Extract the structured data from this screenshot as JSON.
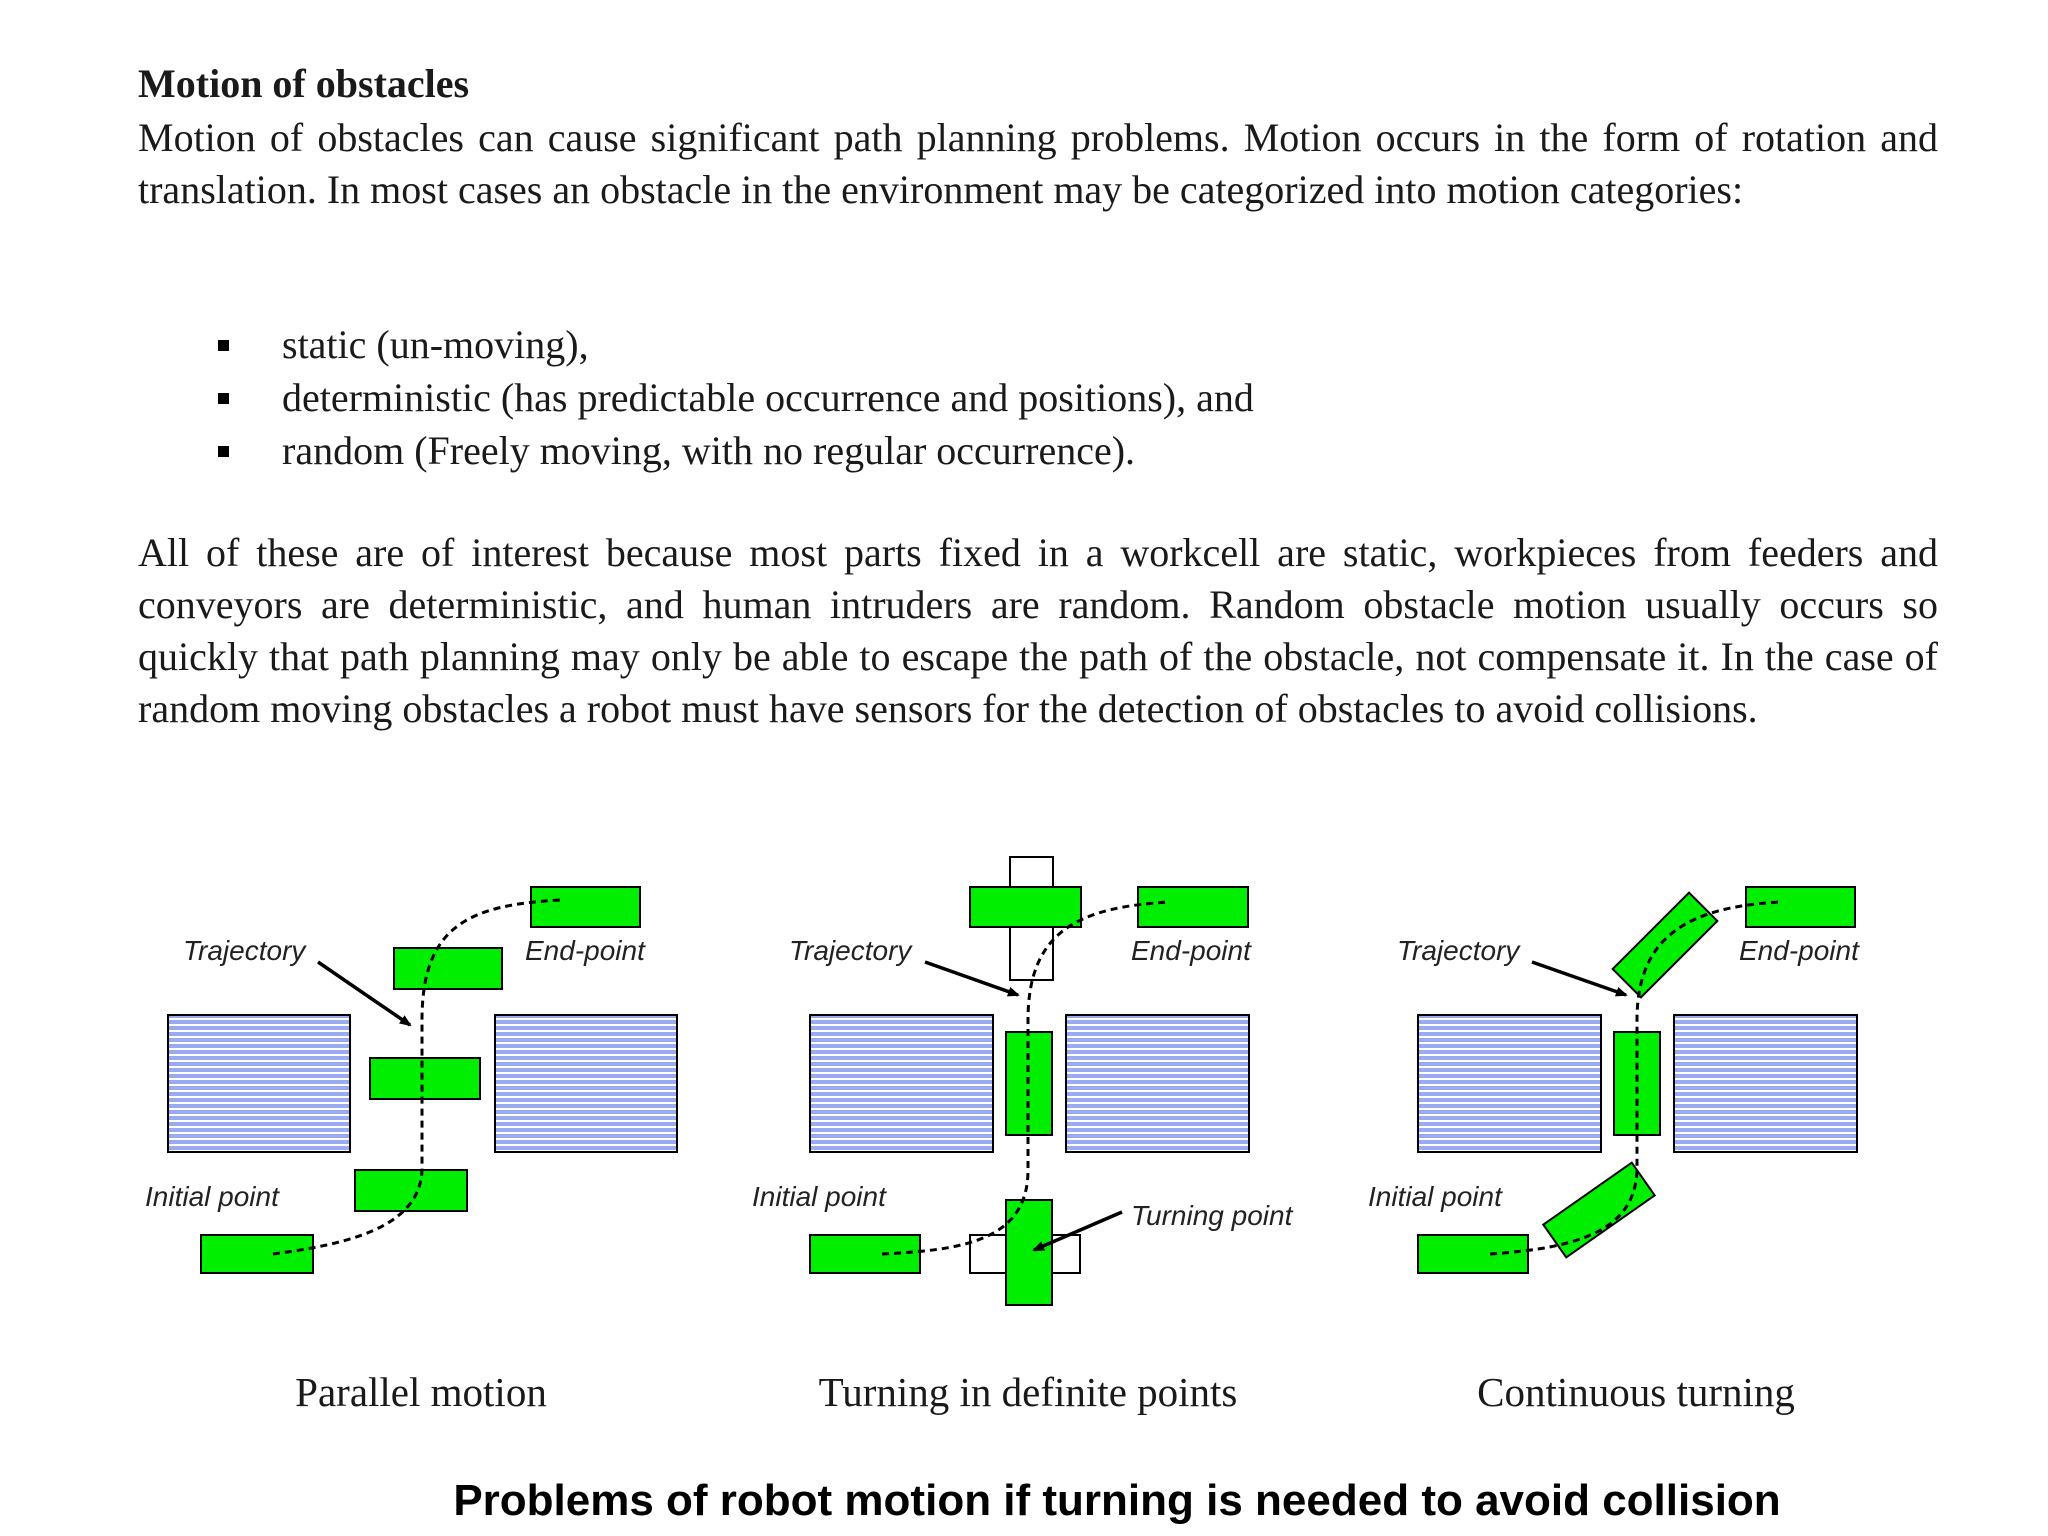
{
  "section": {
    "heading": "Motion of obstacles",
    "intro": "Motion of obstacles can cause significant path planning problems. Motion occurs in the form of rotation and translation. In most cases an obstacle in the environment may be categorized into motion categories:",
    "categories": [
      "static (un-moving),",
      "deterministic (has predictable occurrence and positions), and",
      "random (Freely moving, with no regular occurrence)."
    ],
    "body": "All of these are of interest because most parts fixed in a workcell are static, workpieces from feeders and conveyors are deterministic, and human intruders are random. Random obstacle motion usually occurs so quickly that path planning may only be able to escape the path of the obstacle, not compensate it. In the case of random moving obstacles a robot must have sensors for the detection of obstacles to avoid collisions."
  },
  "figure": {
    "colors": {
      "robot": "#00ee00",
      "obstacle": "#99aaee",
      "stripe": "#ffffff",
      "outline": "#000000"
    },
    "panels": [
      {
        "trajectory": "Trajectory",
        "end_point": "End-point",
        "initial_point": "Initial point",
        "caption": "Parallel motion"
      },
      {
        "trajectory": "Trajectory",
        "end_point": "End-point",
        "initial_point": "Initial point",
        "turning_point": "Turning point",
        "caption": "Turning in definite points"
      },
      {
        "trajectory": "Trajectory",
        "end_point": "End-point",
        "initial_point": "Initial point",
        "caption": "Continuous turning"
      }
    ]
  },
  "footer": "Problems of robot motion if turning is needed to avoid collision"
}
